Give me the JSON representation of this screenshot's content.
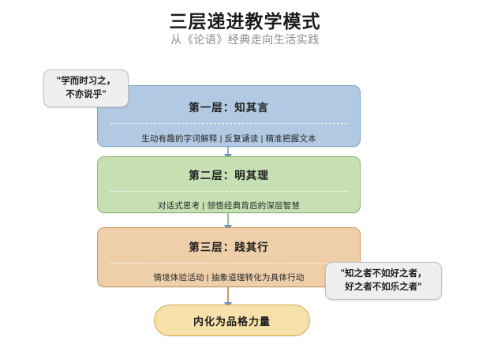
{
  "header": {
    "title": "三层递进教学模式",
    "subtitle": "从《论语》经典走向生活实践"
  },
  "layers": [
    {
      "id": "layer1",
      "title": "第一层：知其言",
      "description": "生动有趣的字词解释 | 反复诵读 | 精准把握文本",
      "fill_color": "#b2c9e3",
      "border_color": "#7da2c9"
    },
    {
      "id": "layer2",
      "title": "第二层：明其理",
      "description": "对话式思考 | 领悟经典背后的深层智慧",
      "fill_color": "#c6e0b4",
      "border_color": "#8fba76"
    },
    {
      "id": "layer3",
      "title": "第三层：践其行",
      "description": "情境体验活动 | 抽象道理转化为具体行动",
      "fill_color": "#eecfa9",
      "border_color": "#cc9a63"
    }
  ],
  "result": {
    "label": "内化为品格力量",
    "fill_color": "#f7e1ab",
    "border_color": "#d8b14f"
  },
  "callouts": [
    {
      "id": "callout-left",
      "line1": "\"学而时习之，",
      "line2": "不亦说乎\""
    },
    {
      "id": "callout-right",
      "line1": "\"知之者不如好之者，",
      "line2": "好之者不如乐之者\""
    }
  ],
  "connectors": {
    "arrow_color": "#6d94c0"
  }
}
